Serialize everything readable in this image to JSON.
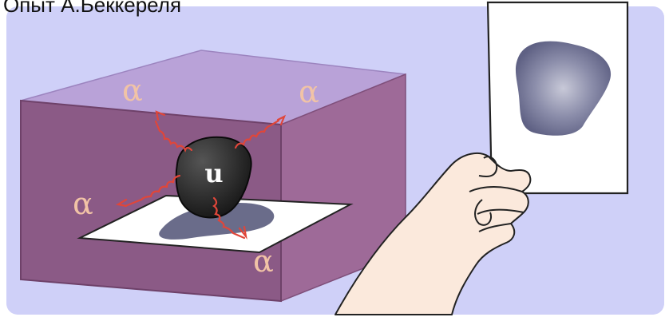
{
  "title": "Опыт А.Беккереля",
  "alpha_symbol": "α",
  "uranium_label": "u",
  "colors": {
    "background": "#cfd0f8",
    "box_face": "#8b5a86",
    "box_top": "#b9a2d8",
    "alpha": "#f1c3a6",
    "rays": "#e0463a",
    "sample": "#2e2e2e",
    "blot": "#6a6c8a",
    "skin": "#fbe9dc",
    "outline": "#222222"
  }
}
